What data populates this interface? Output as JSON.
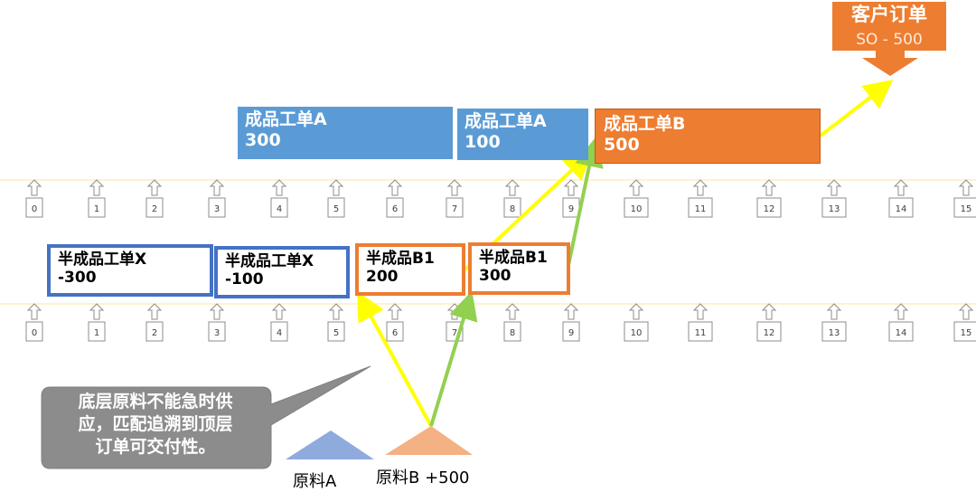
{
  "timeline": {
    "ticks": [
      "0",
      "1",
      "2",
      "3",
      "4",
      "5",
      "6",
      "7",
      "8",
      "9",
      "10",
      "11",
      "12",
      "13",
      "14",
      "15"
    ]
  },
  "finished_orders": [
    {
      "name": "成品工单A",
      "qty": "300"
    },
    {
      "name": "成品工单A",
      "qty": "100"
    },
    {
      "name": "成品工单B",
      "qty": "500"
    }
  ],
  "semi_orders": [
    {
      "name": "半成品工单X",
      "qty": "-300"
    },
    {
      "name": "半成品工单X",
      "qty": "-100"
    },
    {
      "name": "半成品B1",
      "qty": "200"
    },
    {
      "name": "半成品B1",
      "qty": "300"
    }
  ],
  "customer_order": {
    "title": "客户订单",
    "code": "SO - 500"
  },
  "materials": [
    {
      "label": "原料A"
    },
    {
      "label": "原料B +500"
    }
  ],
  "callout": {
    "lines": [
      "底层原料不能急时供",
      "应，匹配追溯到顶层",
      "订单可交付性。"
    ]
  },
  "colors": {
    "blue_fill": "#5b9bd5",
    "blue_outline": "#4472c4",
    "orange": "#ed7d31",
    "arrow_yellow": "#ffff00",
    "arrow_green": "#92d050",
    "callout_gray": "#8c8c8c",
    "timeline_line": "#ffe699"
  }
}
